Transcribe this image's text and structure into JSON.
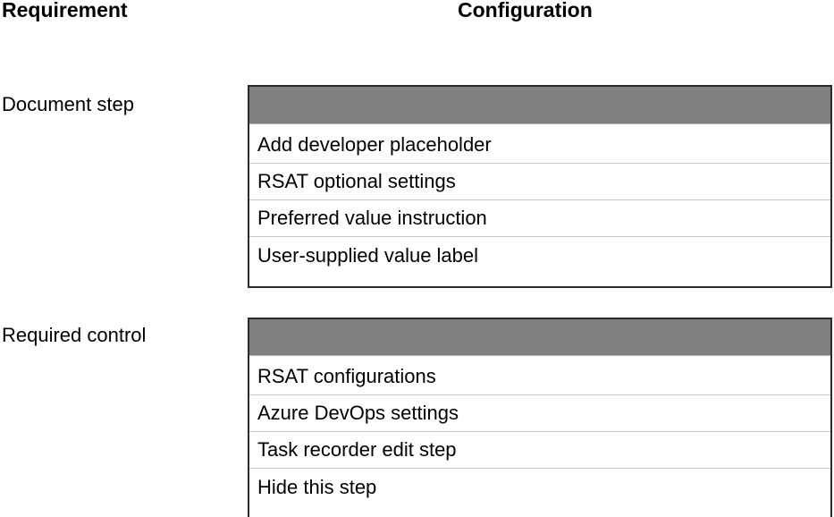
{
  "headers": {
    "requirement": "Requirement",
    "configuration": "Configuration"
  },
  "rows": [
    {
      "label": "Document step",
      "dropdown": {
        "selected_value": "",
        "options": [
          "Add developer placeholder",
          "RSAT optional settings",
          "Preferred value instruction",
          "User-supplied value label"
        ]
      }
    },
    {
      "label": "Required control",
      "dropdown": {
        "selected_value": "",
        "options": [
          "RSAT configurations",
          "Azure DevOps settings",
          "Task recorder edit step",
          "Hide this step"
        ]
      }
    }
  ],
  "colors": {
    "dropdown_field_fill": "#808080",
    "dropdown_border": "#2b2b2b",
    "option_separator": "#c8c8c8",
    "text": "#000000",
    "background": "#ffffff"
  }
}
